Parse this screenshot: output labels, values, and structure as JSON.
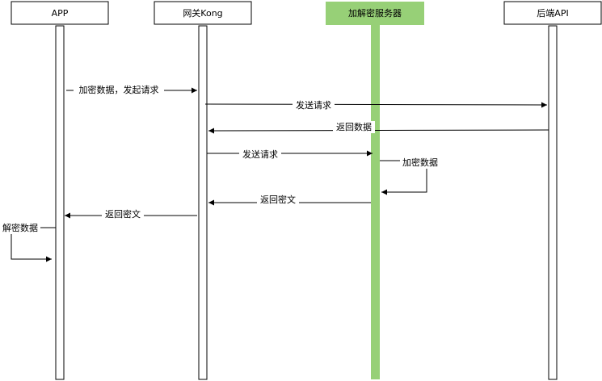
{
  "participants": {
    "app": "APP",
    "gateway": "网关Kong",
    "crypto": "加解密服务器",
    "backend": "后端API"
  },
  "messages": {
    "m1": "加密数据，发起请求",
    "m2": "发送请求",
    "m3": "返回数据",
    "m4": "发送请求",
    "m5": "加密数据",
    "m6": "返回密文",
    "m7": "返回密文",
    "m8": "解密数据"
  },
  "colors": {
    "crypto_accent": "#97D077",
    "line": "#000000"
  }
}
